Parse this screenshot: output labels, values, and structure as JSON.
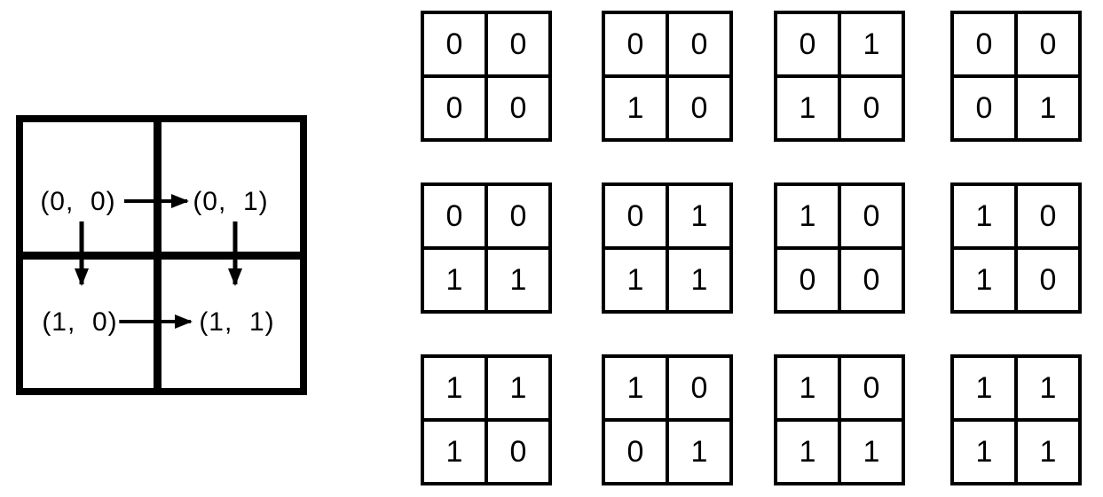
{
  "diagram": {
    "labels": {
      "top_left": "(0,  0)",
      "top_right": "(0,  1)",
      "bottom_left": "(1,  0)",
      "bottom_right": "(1,  1)"
    }
  },
  "matrices": [
    {
      "rows": [
        [
          "0",
          "0"
        ],
        [
          "0",
          "0"
        ]
      ]
    },
    {
      "rows": [
        [
          "0",
          "0"
        ],
        [
          "1",
          "0"
        ]
      ]
    },
    {
      "rows": [
        [
          "0",
          "1"
        ],
        [
          "1",
          "0"
        ]
      ]
    },
    {
      "rows": [
        [
          "0",
          "0"
        ],
        [
          "0",
          "1"
        ]
      ]
    },
    {
      "rows": [
        [
          "0",
          "0"
        ],
        [
          "1",
          "1"
        ]
      ]
    },
    {
      "rows": [
        [
          "0",
          "1"
        ],
        [
          "1",
          "1"
        ]
      ]
    },
    {
      "rows": [
        [
          "1",
          "0"
        ],
        [
          "0",
          "0"
        ]
      ]
    },
    {
      "rows": [
        [
          "1",
          "0"
        ],
        [
          "1",
          "0"
        ]
      ]
    },
    {
      "rows": [
        [
          "1",
          "1"
        ],
        [
          "1",
          "0"
        ]
      ]
    },
    {
      "rows": [
        [
          "1",
          "0"
        ],
        [
          "0",
          "1"
        ]
      ]
    },
    {
      "rows": [
        [
          "1",
          "0"
        ],
        [
          "1",
          "1"
        ]
      ]
    },
    {
      "rows": [
        [
          "1",
          "1"
        ],
        [
          "1",
          "1"
        ]
      ]
    }
  ],
  "colors": {
    "line": "#000000",
    "background": "#ffffff",
    "text": "#000000"
  }
}
